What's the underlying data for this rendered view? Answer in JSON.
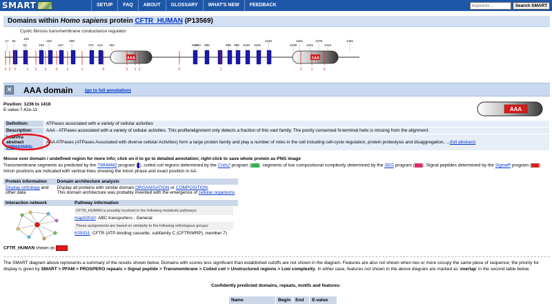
{
  "app": {
    "logo_text": "SMART",
    "nav": [
      "SETUP",
      "FAQ",
      "ABOUT",
      "GLOSSARY",
      "WHAT'S NEW",
      "FEEDBACK"
    ],
    "search_placeholder": "keywords...",
    "search_button": "Search SMART"
  },
  "title": {
    "prefix": "Domains within ",
    "species": "Homo sapiens",
    "protein_word": " protein ",
    "protein_link": "CFTR_HUMAN",
    "accession": " (P13569)",
    "subtitle": "Cystic fibrosis transmembrane conductance regulator"
  },
  "diagram": {
    "positions": [
      "17",
      "54",
      "91",
      "100",
      "163",
      "193",
      "247",
      "289",
      "372",
      "413",
      "464",
      "838",
      "850",
      "885",
      "969",
      "996",
      "1046",
      "1102",
      "1156",
      "1239",
      "1251",
      "1321",
      "1378",
      "1414",
      "1481"
    ],
    "domain_label": "AAA",
    "phases": [
      "2",
      "2",
      "0",
      "1",
      "2",
      "2",
      "0",
      "2",
      "1",
      "0",
      "2",
      "1",
      "2",
      "0",
      "1",
      "2",
      "1",
      "0"
    ]
  },
  "domain": {
    "name": "AAA domain",
    "full_link": "(go to full annotation)",
    "position": "Position: 1236 to 1418",
    "evalue": "E-value:7.42e-11",
    "badge": "AAA"
  },
  "annotations": [
    {
      "key": "Definition:",
      "value": "ATPases associated with a variety of cellular activities"
    },
    {
      "key": "Description:",
      "value": "AAA - ATPases associated with a variety of cellular activities. This profile/alignment only detects a fraction of this vast family. The poorly conserved N-terminal helix is missing from the alignment."
    },
    {
      "key": "InterPro abstract",
      "key_link": "(IPR003593):",
      "value": "AAA ATPases (ATPases Associated with diverse cellular Activities) form a large protein family and play a number of roles in the cell including cell-cycle regulation, protein proteolysis and disaggregation, ...",
      "value_link": "(full abstract)"
    }
  ],
  "hint": "Mouse over domain / undefined region for more info; click on it to go to detailed annotation; right-click to save whole protein as PNG image",
  "legend": {
    "t1": "Transmembrane segments as predicted by the ",
    "l1": "TMHMM2",
    "t2": " program (",
    "t3": "), coiled coil regions determined by the ",
    "l2": "Coils2",
    "t4": " program (",
    "t5": "), segments of low compositional complexity determined by the ",
    "l3": "SEG",
    "t6": " program (",
    "t7": "). Signal peptides determined by the ",
    "l4": "SignalP",
    "t8": " program (",
    "t9": "). Intron positions are indicated with vertical lines showing the intron phase and exact position in AA.",
    "colors": {
      "tm": "#1a1aaa",
      "coil": "#2fb34a",
      "seg": "#e0286e",
      "signal": "#d42020"
    }
  },
  "protein_info": {
    "header_left": "Protein information",
    "header_right": "Domain architecture analysis",
    "links": [
      "Display orthology",
      "and other data"
    ],
    "line1_pre": "Display all proteins with similar domain ",
    "line1_link1": "ORGANISATION",
    "line1_mid": " or ",
    "line1_link2": "COMPOSITION",
    "line1_end": ".",
    "line2_pre": "This domain architecture was probably invented with the emergence of ",
    "line2_link": "cellular organisms",
    "line2_end": "."
  },
  "interaction": {
    "header_left": "Interaction network",
    "header_right": "Pathway information",
    "note1": "CFTR_HUMAN is possibly involved in the following metabolic pathways:",
    "pathway_link": "map02010",
    "pathway_text": ": ABC transporters - General",
    "note2": "These assignments are based on similarity to the following orthologous groups:",
    "ko_link": "K05031",
    "ko_text": ": CFTR (ATP-binding cassette, subfamily C (CFTR/MRP), member 7)",
    "shown_pre": "CFTR_HUMAN",
    "shown_mid": " shown as",
    "shown_color": "#e21818"
  },
  "summary": {
    "p1": "The SMART diagram above represents a summary of the results shown below. Domains with scores less significant than established cutoffs are not shown in the diagram. Features are also not shown when two or more occupy the same piece of sequence; the priority for display is given by ",
    "p1_bold": "SMART > PFAM > PROSPERO repeats > Signal peptide > Transmembrane > Coiled coil > Unstructured regions > Low complexity",
    "p1_end": ". In either case, features not shown in the above diagram are marked as '",
    "p1_bold2": "overlap",
    "p1_end2": "' in the second table below.",
    "conf_title": "Confidently predicted domains, repeats, motifs and features:"
  },
  "results_table": {
    "headers": [
      "Name",
      "Begin",
      "End",
      "E-value"
    ]
  }
}
